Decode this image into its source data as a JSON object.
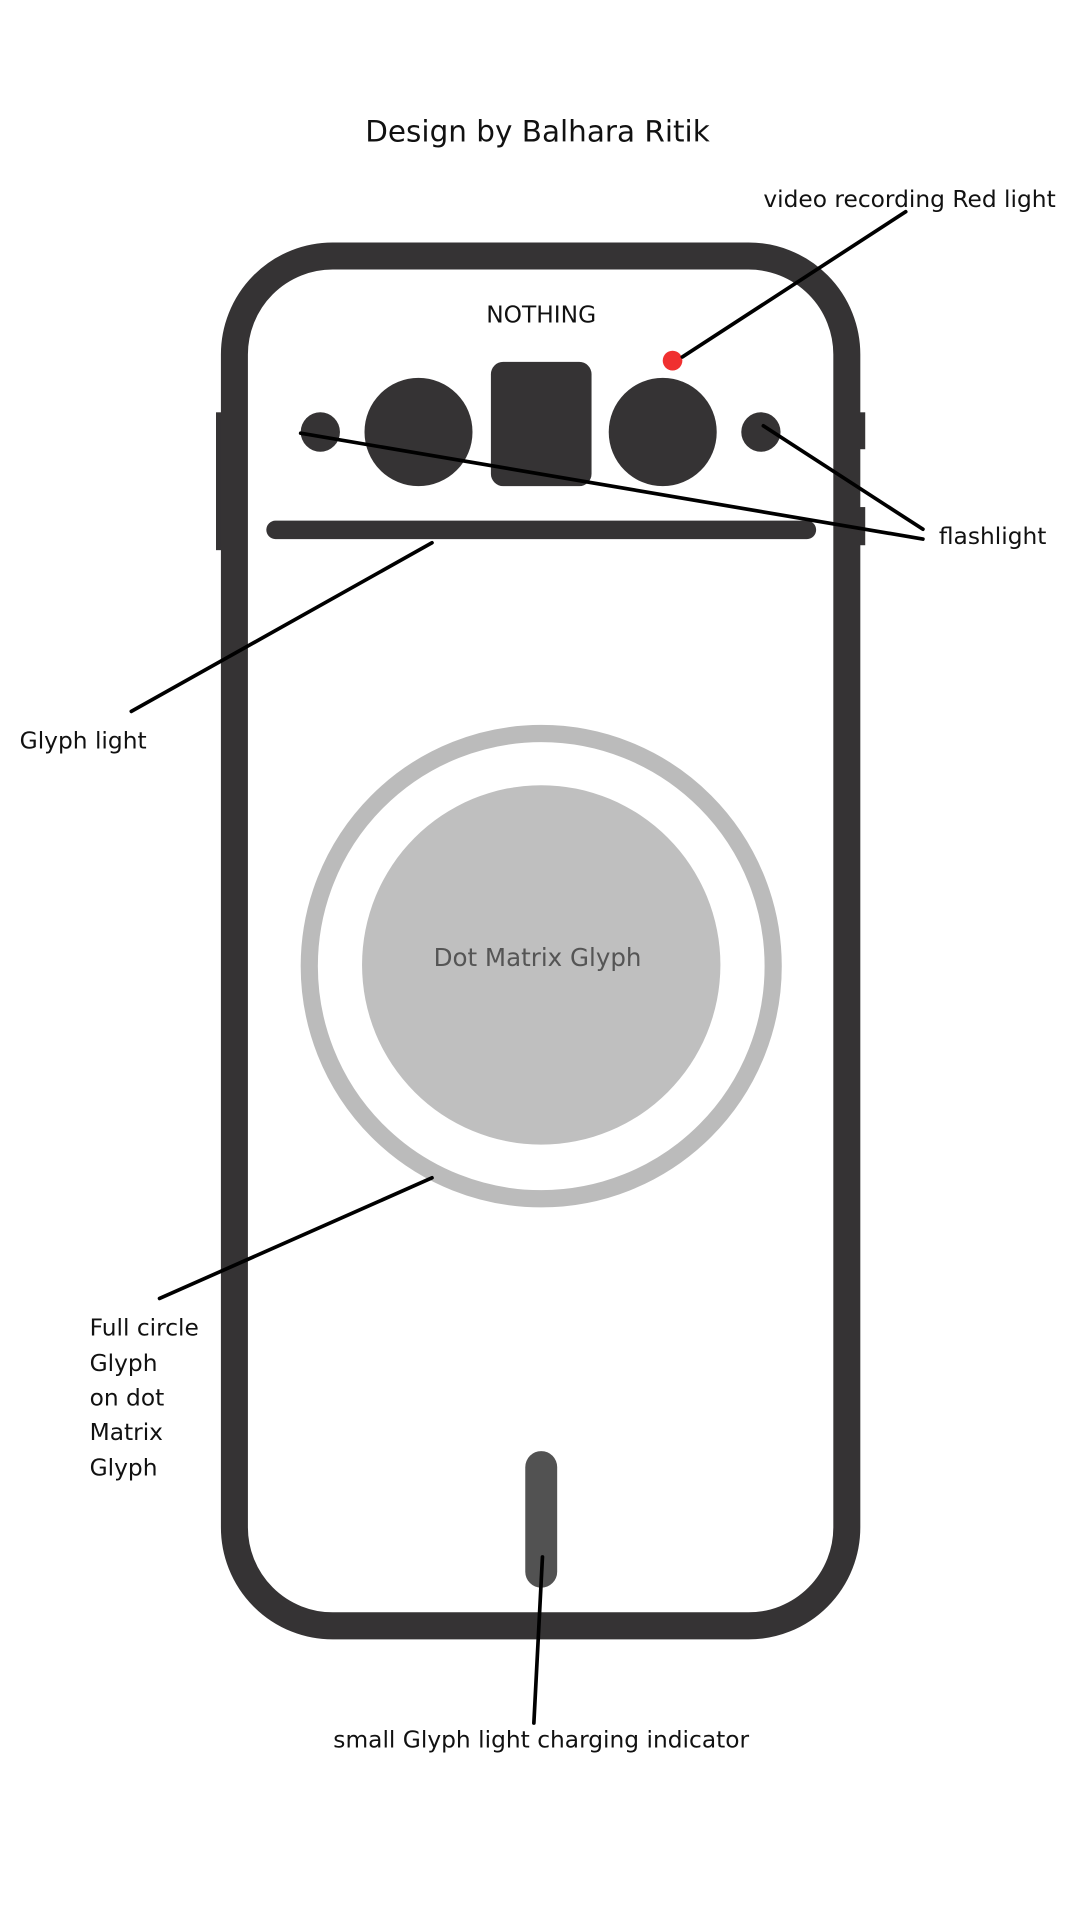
{
  "title": "Design by Balhara Ritik",
  "brand": "NOTHING",
  "labels": {
    "red_light": "video recording Red light",
    "flashlight": "flashlight",
    "glyph_light": "Glyph light",
    "dot_matrix": "Dot Matrix Glyph",
    "full_circle": [
      "Full circle",
      "Glyph",
      "on dot",
      "Matrix",
      "Glyph"
    ],
    "charging": "small Glyph light charging indicator"
  },
  "colors": {
    "body": "#353334",
    "glyph_gray": "#bdbdbd",
    "red_light": "#f03030",
    "charging_pill": "#525252"
  }
}
